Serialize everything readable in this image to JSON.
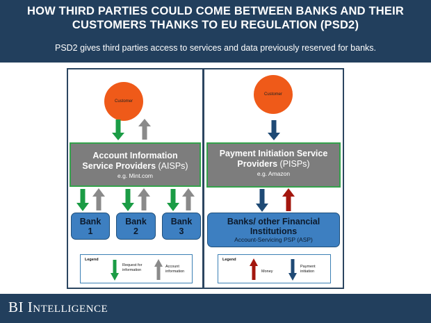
{
  "header": {
    "title": "HOW THIRD PARTIES COULD COME BETWEEN BANKS AND THEIR CUSTOMERS THANKS TO EU REGULATION (PSD2)",
    "subtitle": "PSD2 gives third parties access to services and data previously reserved for banks."
  },
  "left": {
    "customer": "Customer",
    "service_line1": "Account Information",
    "service_line2": "Service Providers",
    "service_abbr": " (AISPs)",
    "service_example": "e.g. Mint.com",
    "banks": [
      {
        "word": "Bank",
        "num": "1"
      },
      {
        "word": "Bank",
        "num": "2"
      },
      {
        "word": "Bank",
        "num": "3"
      }
    ],
    "legend": {
      "title": "Legend",
      "request": "Request for information",
      "account": "Account information"
    }
  },
  "right": {
    "customer": "Customer",
    "service_line1": "Payment Initiation Service",
    "service_line2": "Providers",
    "service_abbr": " (PISPs)",
    "service_example": "e.g. Amazon",
    "banks_line1": "Banks/ other Financial",
    "banks_line2": "Institutions",
    "banks_sub": "Account-Servicing PSP (ASP)",
    "legend": {
      "title": "Legend",
      "money": "Money",
      "payment": "Payment initiation"
    }
  },
  "footer": {
    "brand": "BI Intelligence"
  },
  "colors": {
    "header_bg": "#223f5d",
    "customer_circle": "#ef5a19",
    "service_box": "#7d7d7d",
    "service_border": "#33a24b",
    "bank_box": "#3d7fc1",
    "arrow_green": "#1b9c45",
    "arrow_gray": "#8a8a8a",
    "arrow_navy": "#1f4a75",
    "arrow_red": "#a3170e"
  },
  "icons": [
    "arrow-down-icon",
    "arrow-up-icon"
  ]
}
